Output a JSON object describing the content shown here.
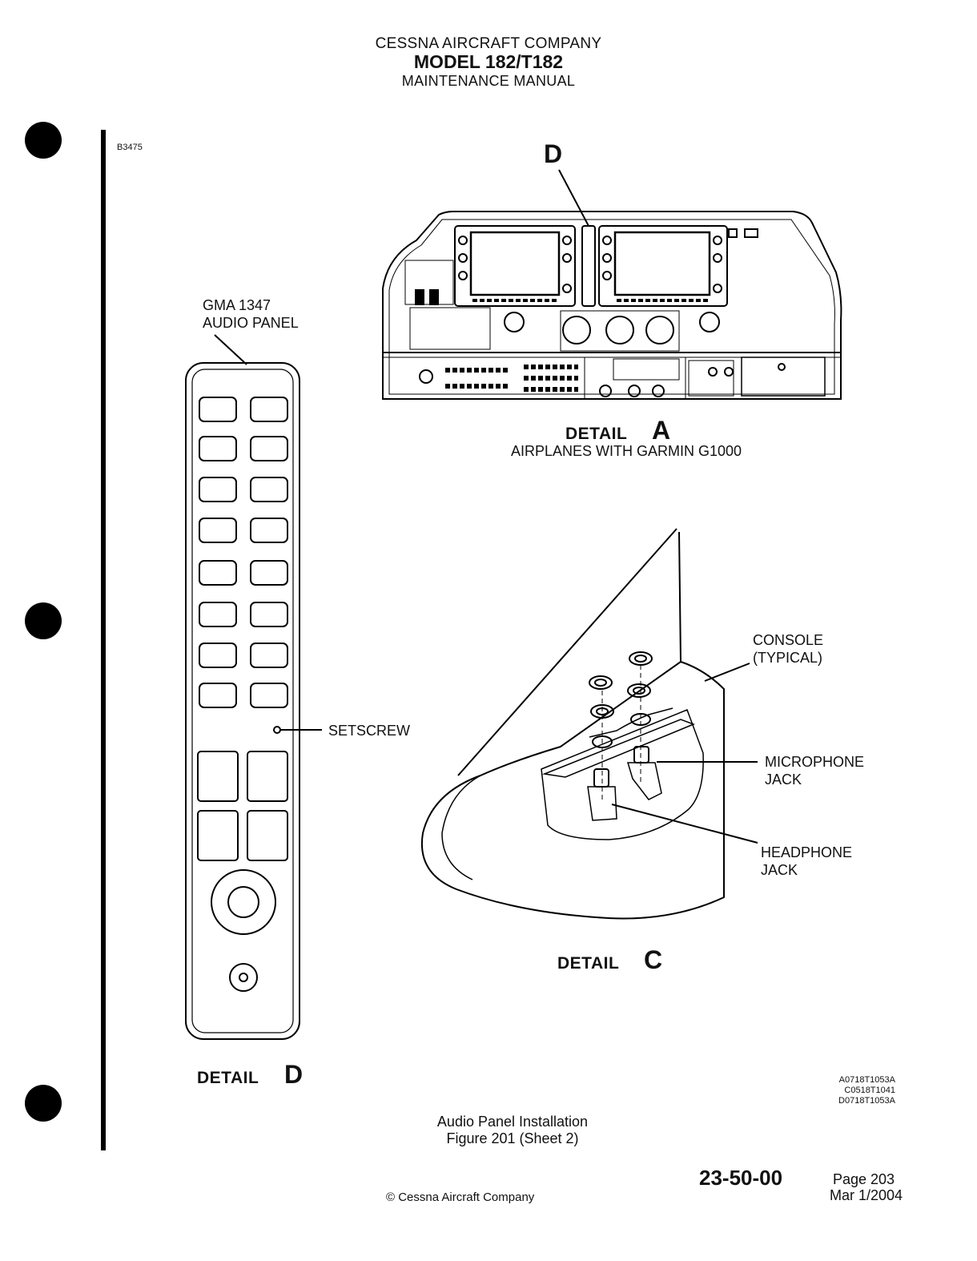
{
  "header": {
    "company": "CESSNA AIRCRAFT COMPANY",
    "model": "MODEL 182/T182",
    "manual": "MAINTENANCE MANUAL"
  },
  "figure_id": "B3475",
  "detail_a": {
    "callout": "D",
    "word": "DETAIL",
    "letter": "A",
    "subtitle": "AIRPLANES WITH GARMIN G1000"
  },
  "detail_d": {
    "panel_label_line1": "GMA 1347",
    "panel_label_line2": "AUDIO PANEL",
    "setscrew": "SETSCREW",
    "word": "DETAIL",
    "letter": "D"
  },
  "detail_c": {
    "console_line1": "CONSOLE",
    "console_line2": "(TYPICAL)",
    "mic_line1": "MICROPHONE",
    "mic_line2": "JACK",
    "head_line1": "HEADPHONE",
    "head_line2": "JACK",
    "word": "DETAIL",
    "letter": "C"
  },
  "references": [
    "A0718T1053A",
    "C0518T1041",
    "D0718T1053A"
  ],
  "caption": {
    "line1": "Audio Panel Installation",
    "line2": "Figure 201 (Sheet 2)"
  },
  "footer": {
    "copyright": "© Cessna Aircraft Company",
    "section": "23-50-00",
    "page": "Page 203",
    "date": "Mar 1/2004"
  }
}
